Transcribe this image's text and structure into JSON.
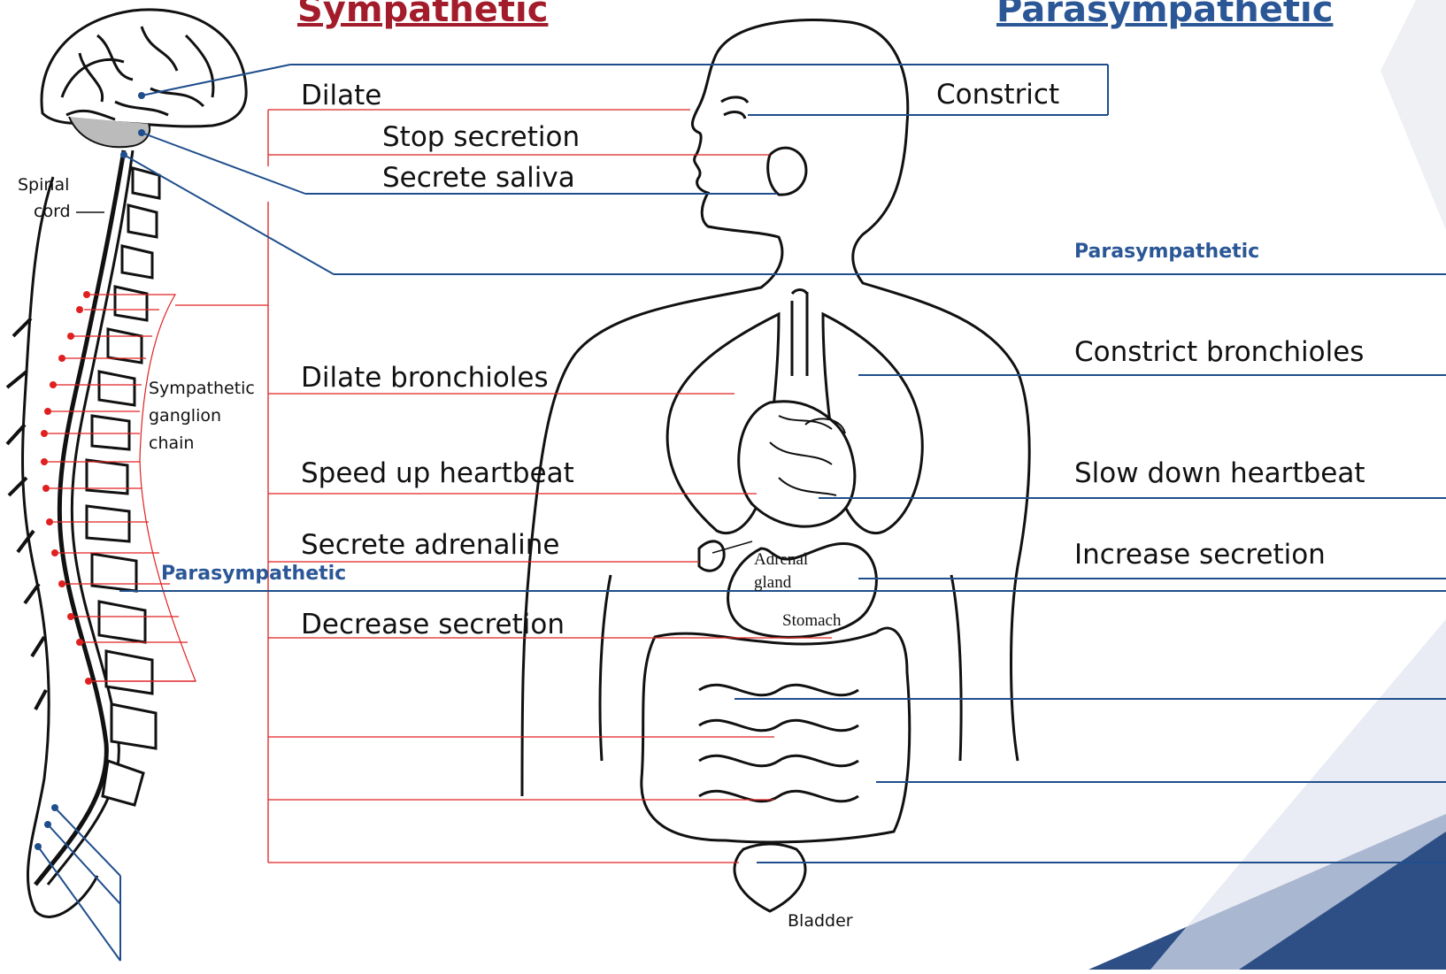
{
  "headings": {
    "sympathetic": "Sympathetic",
    "parasympathetic": "Parasympathetic"
  },
  "colors": {
    "sympathetic": "#a31c2b",
    "parasympathetic": "#2b5797",
    "sympathetic_line": "#e02020",
    "parasympathetic_line": "#1f4e8c",
    "corner_accent": "#cfd6e8"
  },
  "anatomy_labels": {
    "spinal_cord": [
      "Spinal",
      "cord"
    ],
    "ganglion_chain": [
      "Sympathetic",
      "ganglion",
      "chain"
    ],
    "adrenal_gland": [
      "Adrenal",
      "gland"
    ],
    "stomach": "Stomach",
    "bladder": "Bladder"
  },
  "sympathetic_effects": [
    "Dilate",
    "Stop secretion",
    "Secrete saliva",
    "Dilate bronchioles",
    "Speed up heartbeat",
    "Secrete adrenaline",
    "Decrease secretion"
  ],
  "parasympathetic_effects": [
    "Constrict",
    "Constrict bronchioles",
    "Slow down heartbeat",
    "Increase secretion"
  ],
  "parasympathetic_tags": {
    "cranial": "Parasympathetic",
    "sacral": "Parasympathetic"
  }
}
